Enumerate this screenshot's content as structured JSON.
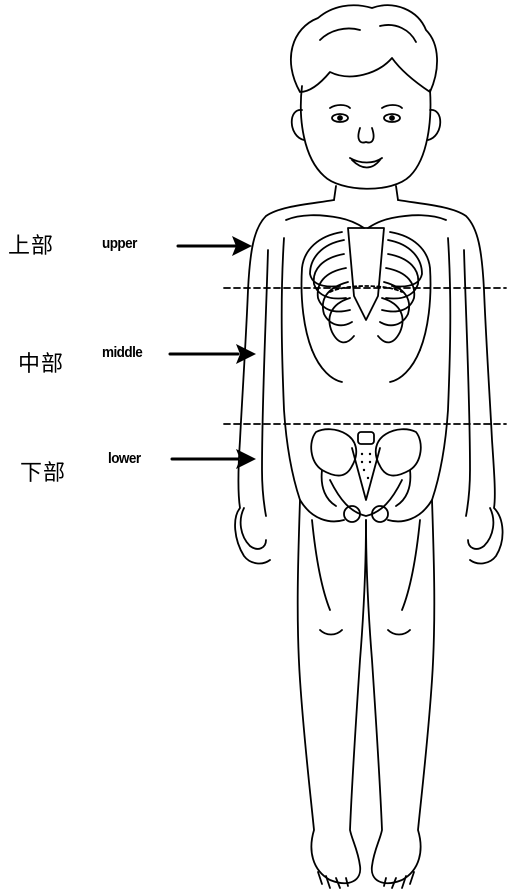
{
  "regions": {
    "upper": {
      "zh": "上部",
      "en": "upper"
    },
    "middle": {
      "zh": "中部",
      "en": "middle"
    },
    "lower": {
      "zh": "下部",
      "en": "lower"
    }
  },
  "colors": {
    "line": "#000000",
    "background": "#ffffff"
  },
  "icons": {
    "arrow": "right-arrow-icon",
    "figure": "child-skeleton-figure"
  }
}
